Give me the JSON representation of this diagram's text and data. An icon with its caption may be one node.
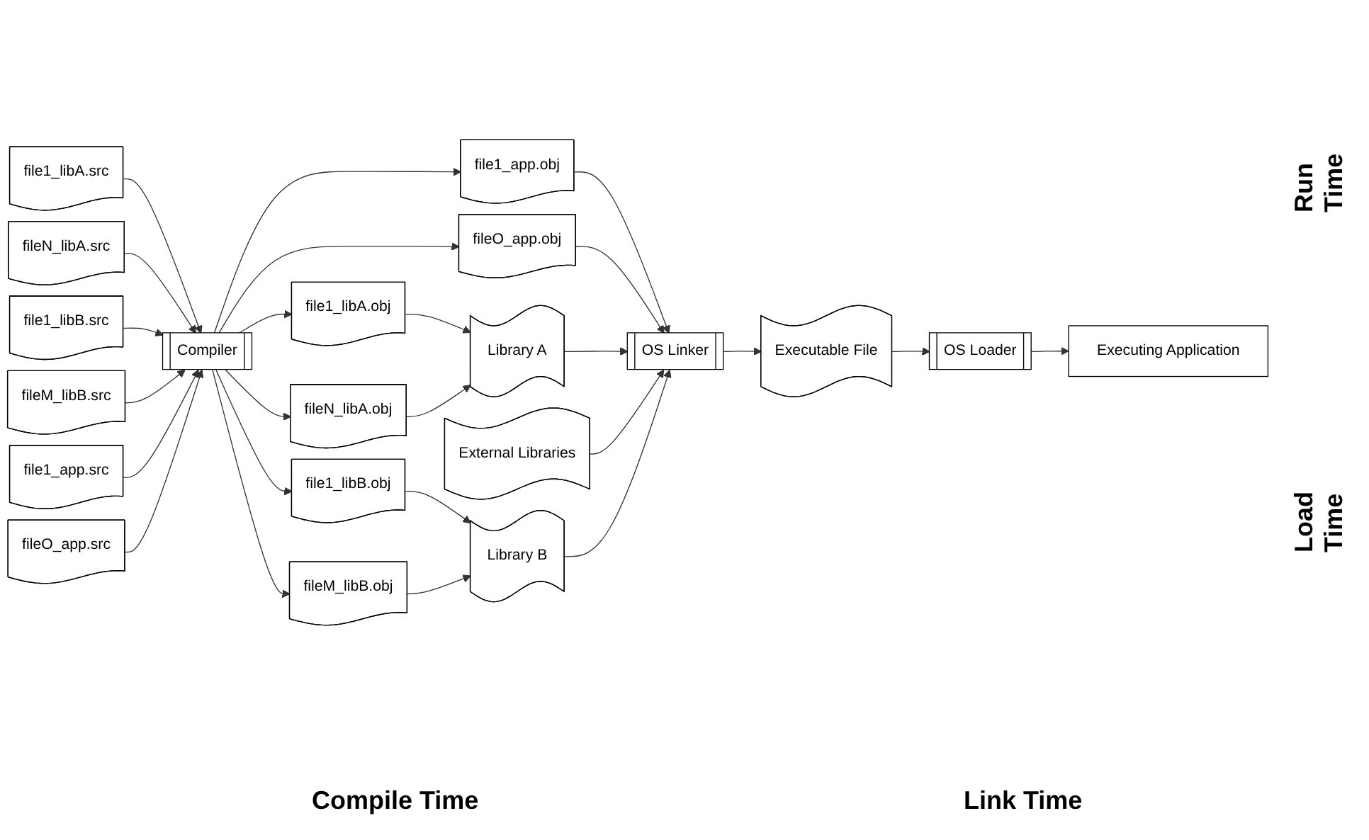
{
  "diagram": {
    "nodes": [
      {
        "text": [
          "file1_libA.src"
        ]
      },
      {
        "text": [
          "fileN_libA.src"
        ]
      },
      {
        "text": [
          "file1_libB.src"
        ]
      },
      {
        "text": [
          "fileM_libB.src"
        ]
      },
      {
        "text": [
          "file1_app.src"
        ]
      },
      {
        "text": [
          "fileO_app.src"
        ]
      },
      {
        "text": [
          "Compiler"
        ]
      },
      {
        "text": [
          "file1_libA.obj"
        ]
      },
      {
        "text": [
          "fileN_libA.obj"
        ]
      },
      {
        "text": [
          "file1_libB.obj"
        ]
      },
      {
        "text": [
          "fileM_libB.obj"
        ]
      },
      {
        "text": [
          "file1_app.obj"
        ]
      },
      {
        "text": [
          "fileO_app.obj"
        ]
      },
      {
        "text": [
          "Library A"
        ]
      },
      {
        "text": [
          "External Libraries"
        ]
      },
      {
        "text": [
          "Library B"
        ]
      },
      {
        "text": [
          "OS Linker"
        ]
      },
      {
        "text": [
          "Executable File"
        ]
      },
      {
        "text": [
          "OS Loader"
        ]
      },
      {
        "text": [
          "Executing Application"
        ]
      }
    ],
    "edges": [
      {
        "from": 0,
        "to": 6,
        "arrow": "to"
      },
      {
        "from": 1,
        "to": 6,
        "arrow": "to"
      },
      {
        "from": 2,
        "to": 6,
        "arrow": "to"
      },
      {
        "from": 3,
        "to": 6,
        "arrow": "to"
      },
      {
        "from": 4,
        "to": 6,
        "arrow": "to"
      },
      {
        "from": 5,
        "to": 6,
        "arrow": "to"
      },
      {
        "from": 6,
        "to": 7,
        "arrow": "to"
      },
      {
        "from": 6,
        "to": 8,
        "arrow": "to"
      },
      {
        "from": 6,
        "to": 9,
        "arrow": "to"
      },
      {
        "from": 6,
        "to": 10,
        "arrow": "to"
      },
      {
        "from": 6,
        "to": 11,
        "arrow": "to"
      },
      {
        "from": 6,
        "to": 12,
        "arrow": "to"
      },
      {
        "from": 7,
        "to": 13,
        "arrow": "to"
      },
      {
        "from": 8,
        "to": 13,
        "arrow": "to"
      },
      {
        "from": 9,
        "to": 15,
        "arrow": "to"
      },
      {
        "from": 10,
        "to": 15,
        "arrow": "to"
      },
      {
        "from": 11,
        "to": 16,
        "arrow": "to"
      },
      {
        "from": 12,
        "to": 16,
        "arrow": "to"
      },
      {
        "from": 13,
        "to": 16,
        "arrow": "to"
      },
      {
        "from": 14,
        "to": 16,
        "arrow": "to"
      },
      {
        "from": 15,
        "to": 16,
        "arrow": "to"
      },
      {
        "from": 16,
        "to": 17,
        "arrow": "to"
      },
      {
        "from": 17,
        "to": 18,
        "arrow": "to"
      },
      {
        "from": 18,
        "to": 19,
        "arrow": "to"
      }
    ],
    "labels": [
      "Compile Time",
      "Link Time",
      "Load Time",
      "Run Time"
    ]
  }
}
